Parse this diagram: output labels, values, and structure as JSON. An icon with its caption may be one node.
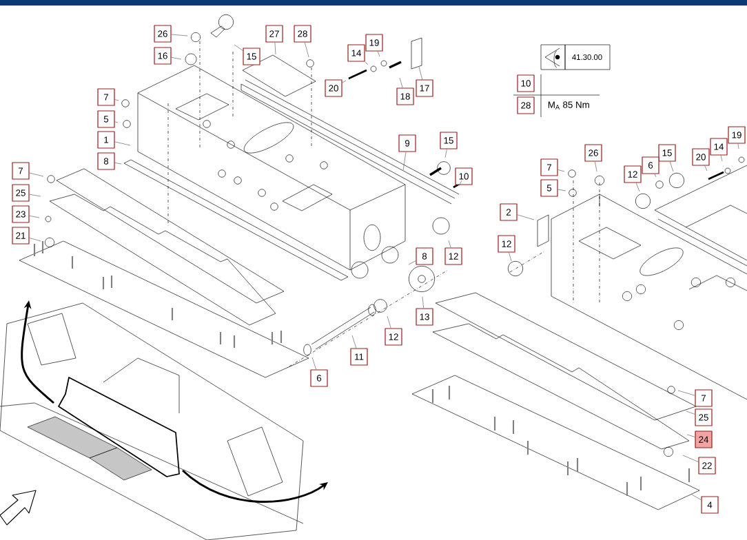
{
  "diagram": {
    "nodes": [
      {
        "text": [],
        "shape": "picture"
      },
      {
        "text": [
          "26"
        ]
      },
      {
        "text": [
          "27"
        ]
      },
      {
        "text": [
          "28"
        ]
      },
      {
        "text": [
          "16"
        ]
      },
      {
        "text": [
          "15"
        ]
      },
      {
        "text": [
          "19"
        ]
      },
      {
        "text": [
          "14"
        ]
      },
      {
        "text": [
          "20"
        ]
      },
      {
        "text": [
          "18"
        ]
      },
      {
        "text": [
          "17"
        ]
      },
      {
        "text": [
          "7"
        ]
      },
      {
        "text": [
          "5"
        ]
      },
      {
        "text": [
          "1"
        ]
      },
      {
        "text": [
          "9"
        ]
      },
      {
        "text": [
          "15"
        ]
      },
      {
        "text": [
          "8"
        ]
      },
      {
        "text": [
          "7"
        ]
      },
      {
        "text": [
          "10"
        ]
      },
      {
        "text": [
          "25"
        ]
      },
      {
        "text": [
          "23"
        ]
      },
      {
        "text": [
          "21"
        ]
      },
      {
        "text": [
          "12"
        ]
      },
      {
        "text": [
          "8"
        ]
      },
      {
        "text": [
          "13"
        ]
      },
      {
        "text": [
          "12"
        ]
      },
      {
        "text": [
          "11"
        ]
      },
      {
        "text": [
          "6"
        ]
      },
      {
        "text": [
          "26"
        ]
      },
      {
        "text": [
          "7"
        ]
      },
      {
        "text": [
          "15"
        ]
      },
      {
        "text": [
          "20"
        ]
      },
      {
        "text": [
          "14"
        ]
      },
      {
        "text": [
          "19"
        ]
      },
      {
        "text": [
          "12"
        ]
      },
      {
        "text": [
          "6"
        ]
      },
      {
        "text": [
          "2"
        ]
      },
      {
        "text": [
          "12"
        ]
      },
      {
        "text": [
          "7"
        ]
      },
      {
        "text": [
          "25"
        ]
      },
      {
        "text": [
          "24"
        ]
      },
      {
        "text": [
          "22"
        ]
      },
      {
        "text": [
          "4"
        ]
      },
      {
        "text": [
          "5"
        ]
      },
      {
        "text": [
          "10"
        ]
      },
      {
        "text": [
          "28"
        ]
      }
    ],
    "edges": [
      {
        "from": 0,
        "to": null,
        "arrow": "to",
        "style": "thick"
      },
      {
        "from": 0,
        "to": null,
        "arrow": "to",
        "style": "thick"
      },
      {
        "from": 1,
        "to": null,
        "arrow": "none"
      },
      {
        "from": 2,
        "to": null,
        "arrow": "none"
      },
      {
        "from": 3,
        "to": null,
        "arrow": "none"
      },
      {
        "from": 4,
        "to": null,
        "arrow": "none"
      },
      {
        "from": 5,
        "to": null,
        "arrow": "none"
      },
      {
        "from": 6,
        "to": null,
        "arrow": "none"
      },
      {
        "from": 7,
        "to": null,
        "arrow": "none"
      },
      {
        "from": 8,
        "to": null,
        "arrow": "none"
      },
      {
        "from": 9,
        "to": null,
        "arrow": "none"
      },
      {
        "from": 10,
        "to": null,
        "arrow": "none"
      },
      {
        "from": 11,
        "to": null,
        "arrow": "none"
      },
      {
        "from": 12,
        "to": null,
        "arrow": "none"
      },
      {
        "from": 13,
        "to": null,
        "arrow": "none"
      },
      {
        "from": 14,
        "to": null,
        "arrow": "none"
      },
      {
        "from": 15,
        "to": null,
        "arrow": "none"
      },
      {
        "from": 16,
        "to": null,
        "arrow": "none"
      },
      {
        "from": 17,
        "to": null,
        "arrow": "none"
      },
      {
        "from": 18,
        "to": null,
        "arrow": "none"
      },
      {
        "from": 19,
        "to": null,
        "arrow": "none"
      },
      {
        "from": 20,
        "to": null,
        "arrow": "none"
      },
      {
        "from": 21,
        "to": null,
        "arrow": "none"
      },
      {
        "from": 22,
        "to": null,
        "arrow": "none"
      },
      {
        "from": 23,
        "to": null,
        "arrow": "none"
      },
      {
        "from": 24,
        "to": null,
        "arrow": "none"
      },
      {
        "from": 25,
        "to": null,
        "arrow": "none"
      },
      {
        "from": 26,
        "to": null,
        "arrow": "none"
      },
      {
        "from": 27,
        "to": null,
        "arrow": "none"
      },
      {
        "from": 28,
        "to": null,
        "arrow": "none"
      },
      {
        "from": 29,
        "to": null,
        "arrow": "none"
      },
      {
        "from": 30,
        "to": null,
        "arrow": "none"
      },
      {
        "from": 31,
        "to": null,
        "arrow": "none"
      },
      {
        "from": 32,
        "to": null,
        "arrow": "none"
      },
      {
        "from": 33,
        "to": null,
        "arrow": "none"
      },
      {
        "from": 34,
        "to": null,
        "arrow": "none"
      },
      {
        "from": 35,
        "to": null,
        "arrow": "none"
      },
      {
        "from": 36,
        "to": null,
        "arrow": "none"
      },
      {
        "from": 37,
        "to": null,
        "arrow": "none"
      },
      {
        "from": 38,
        "to": null,
        "arrow": "none"
      },
      {
        "from": 39,
        "to": null,
        "arrow": "none"
      },
      {
        "from": 40,
        "to": null,
        "arrow": "none"
      },
      {
        "from": 41,
        "to": null,
        "arrow": "none"
      },
      {
        "from": 42,
        "to": null,
        "arrow": "none"
      },
      {
        "from": 43,
        "to": null,
        "arrow": "none"
      }
    ],
    "labels": [
      "41.30.00",
      "M$_{A}$ 85 Nm"
    ]
  }
}
